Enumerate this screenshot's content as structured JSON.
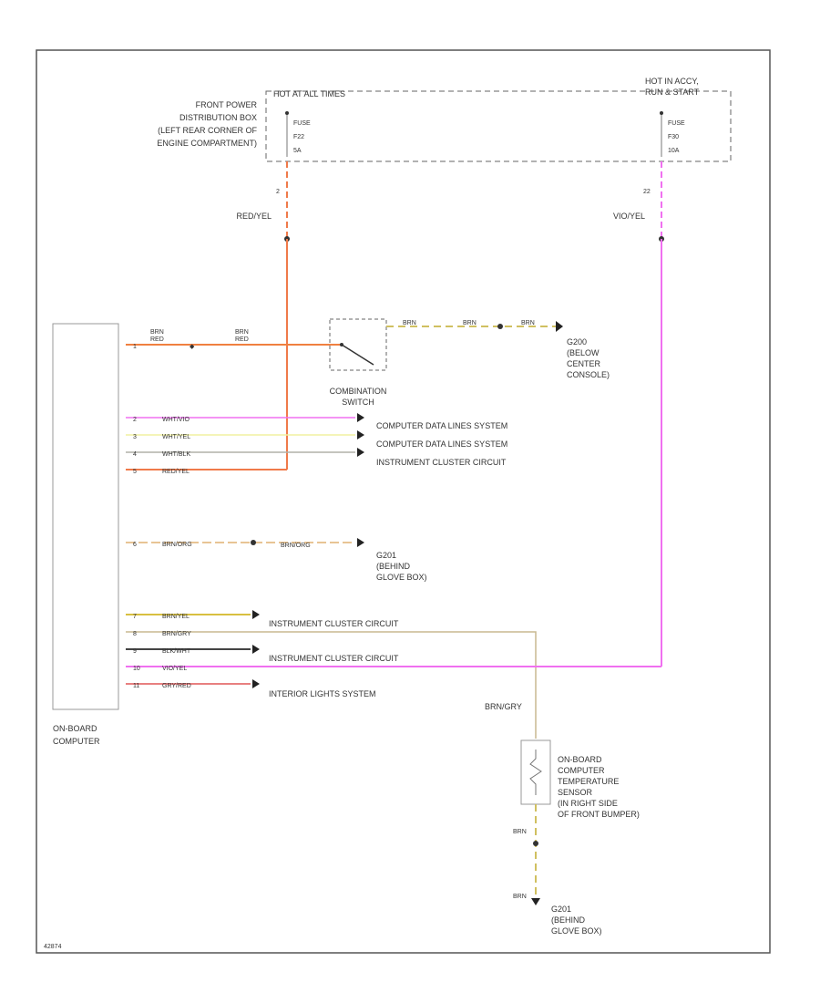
{
  "diagram_id": "42874",
  "fuse_box": {
    "desc": [
      "FRONT POWER",
      "DISTRIBUTION BOX",
      "(LEFT REAR CORNER OF",
      "ENGINE COMPARTMENT)"
    ],
    "hot_at_all_times": "HOT AT ALL TIMES",
    "hot_in_acc_run_start": [
      "HOT IN ACCY,",
      "RUN & START"
    ],
    "fuse_1": [
      "FUSE",
      "F22",
      "5A"
    ],
    "fuse_2": [
      "FUSE",
      "F30",
      "10A"
    ],
    "pin_1": "2",
    "pin_2": "22"
  },
  "wires": {
    "red_yel": "RED/YEL",
    "vio_yel": "VIO/YEL",
    "brn_gry": "BRN/GRY",
    "brn": "BRN",
    "brn_red": [
      "BRN",
      "RED"
    ]
  },
  "combination_switch": [
    "COMBINATION",
    "SWITCH"
  ],
  "grounds": {
    "g200": [
      "G200",
      "(BELOW",
      "CENTER",
      "CONSOLE)"
    ],
    "g201_a": [
      "G201",
      "(BEHIND",
      "GLOVE BOX)"
    ],
    "g201_b": [
      "G201",
      "(BEHIND",
      "GLOVE BOX)"
    ]
  },
  "computer": {
    "label": [
      "ON-BOARD",
      "COMPUTER"
    ],
    "pins": [
      {
        "pin": "1",
        "wire": "BRN/RED",
        "dest": ""
      },
      {
        "pin": "2",
        "wire": "WHT/VIO",
        "dest": "COMPUTER DATA LINES SYSTEM"
      },
      {
        "pin": "3",
        "wire": "WHT/YEL",
        "dest": "COMPUTER DATA LINES SYSTEM"
      },
      {
        "pin": "4",
        "wire": "WHT/BLK",
        "dest": "INSTRUMENT CLUSTER CIRCUIT"
      },
      {
        "pin": "5",
        "wire": "RED/YEL",
        "dest": ""
      },
      {
        "pin": "6",
        "wire": "BRN/ORG",
        "dest": ""
      },
      {
        "pin": "7",
        "wire": "BRN/YEL",
        "dest": "INSTRUMENT CLUSTER CIRCUIT"
      },
      {
        "pin": "8",
        "wire": "BRN/GRY",
        "dest": ""
      },
      {
        "pin": "9",
        "wire": "BLK/WHT",
        "dest": "INSTRUMENT CLUSTER CIRCUIT"
      },
      {
        "pin": "10",
        "wire": "VIO/YEL",
        "dest": ""
      },
      {
        "pin": "11",
        "wire": "GRY/RED",
        "dest": "INTERIOR LIGHTS SYSTEM"
      }
    ]
  },
  "ground_wire_g201": "BRN/ORG",
  "ground_wire_g200": "BRN",
  "sensor": [
    "ON-BOARD",
    "COMPUTER",
    "TEMPERATURE",
    "SENSOR",
    "(IN RIGHT SIDE",
    "OF FRONT BUMPER)"
  ],
  "colors": {
    "red_yel": "#f07a4a",
    "vio_yel": "#f070f0",
    "wht_yel": "#f0f0a0",
    "wht_blk": "#b0b0a8",
    "brn_org": "#e0b070",
    "brn_yel": "#d8c040",
    "brn_gry": "#c8b890",
    "blk_wht": "#444444",
    "gry_red": "#e88080",
    "brn": "#d0c060",
    "brn_red": "#f08040"
  }
}
